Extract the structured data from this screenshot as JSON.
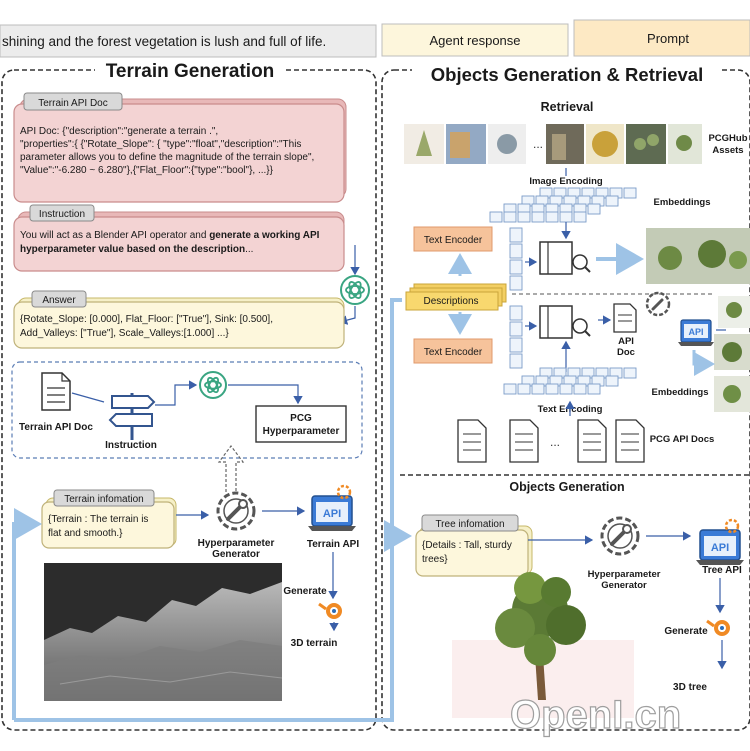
{
  "header": {
    "prompt_text": "shining and the forest vegetation is lush and full of life.",
    "agent_response_label": "Agent response",
    "prompt_label": "Prompt"
  },
  "terrain": {
    "title": "Terrain Generation",
    "api_doc_tab": "Terrain API Doc",
    "api_doc_lines": [
      "API Doc: {\"description\":\"generate a terrain .\",",
      "\"properties\":{ {\"Rotate_Slope\": { \"type\":\"float\",\"description\":\"This",
      "parameter allows you to define the magnitude of the terrain slope\",",
      "\"Value\":\"-6.280 ~ 6.280\"},{\"Flat_Floor\":{\"type\":\"bool\"}, ...}}"
    ],
    "instruction_tab": "Instruction",
    "instruction_line1_plain": "You will act as a Blender API operator and ",
    "instruction_line1_bold": "generate a working API",
    "instruction_line2_bold": "hyperparameter value based on the description",
    "instruction_line2_plain": "...",
    "answer_tab": "Answer",
    "answer_lines": [
      "{Rotate_Slope: [0.000], Flat_Floor: [\"True\"], Sink: [0.500],",
      "Add_Valleys: [\"True\"], Scale_Valleys:[1.000] ...}"
    ],
    "flow_doc_label": "Terrain API Doc",
    "flow_instruction_label": "Instruction",
    "flow_pcg_label_1": "PCG",
    "flow_pcg_label_2": "Hyperparameter",
    "info_tab": "Terrain infomation",
    "info_lines": [
      "{Terrain : The terrain is",
      "flat and smooth.}"
    ],
    "generator_label_1": "Hyperparameter",
    "generator_label_2": "Generator",
    "api_label": "Terrain API",
    "generate_label": "Generate",
    "result_label": "3D terrain"
  },
  "objects": {
    "title": "Objects Generation & Retrieval",
    "retrieval_title": "Retrieval",
    "assets_label_1": "PCGHub",
    "assets_label_2": "Assets",
    "image_encoding_label": "Image Encoding",
    "embeddings_label_top": "Embeddings",
    "text_encoder_top": "Text Encoder",
    "descriptions_label": "Descriptions",
    "text_encoder_bottom": "Text Encoder",
    "api_doc_label_1": "API",
    "api_doc_label_2": "Doc",
    "embeddings_label_bottom": "Embeddings",
    "text_encoding_label": "Text Encoding",
    "pcg_docs_label": "PCG API Docs",
    "ellipsis": "...",
    "generation_title": "Objects Generation",
    "tree_info_tab": "Tree infomation",
    "tree_info_lines": [
      "{Details : Tall, sturdy",
      "trees}"
    ],
    "generator_label_1": "Hyperparameter",
    "generator_label_2": "Generator",
    "tree_api_label": "Tree API",
    "generate_label": "Generate",
    "result_label": "3D tree"
  },
  "watermark": "OpenI.cn",
  "colors": {
    "accent_blue": "#9ec3e6",
    "pink_panel": "#f3d3d3",
    "pink_border": "#c98c8c",
    "orange_box": "#f6c39b",
    "yellow_box": "#fdf7dc",
    "prompt_box": "#fde9c4",
    "gpt_green": "#3aa582",
    "blender_orange": "#f08a24",
    "api_blue": "#3b7bd6"
  }
}
